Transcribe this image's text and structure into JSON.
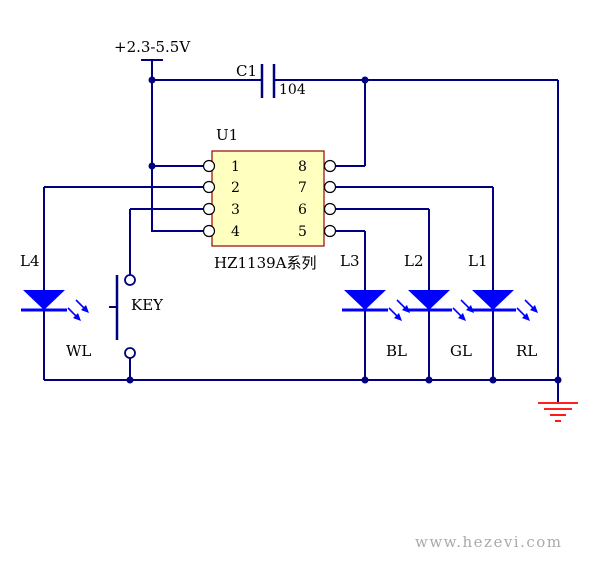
{
  "supply": {
    "label": "+2.3-5.5V"
  },
  "capacitor": {
    "ref": "C1",
    "value": "104"
  },
  "chip": {
    "ref": "U1",
    "part": "HZ1139A系列",
    "pins_left": [
      "1",
      "2",
      "3",
      "4"
    ],
    "pins_right": [
      "8",
      "7",
      "6",
      "5"
    ]
  },
  "leds": [
    {
      "ref": "L4",
      "color_label": "WL"
    },
    {
      "ref": "L3",
      "color_label": "BL"
    },
    {
      "ref": "L2",
      "color_label": "GL"
    },
    {
      "ref": "L1",
      "color_label": "RL"
    }
  ],
  "key": {
    "label": "KEY"
  },
  "watermark": "www.hezevi.com",
  "colors": {
    "wire": "#000080",
    "led": "#0000ff",
    "chip_fill": "#ffffc0",
    "chip_border": "#990000",
    "ground": "#ff0000",
    "text": "#000000",
    "watermark": "#aaaaaa"
  }
}
